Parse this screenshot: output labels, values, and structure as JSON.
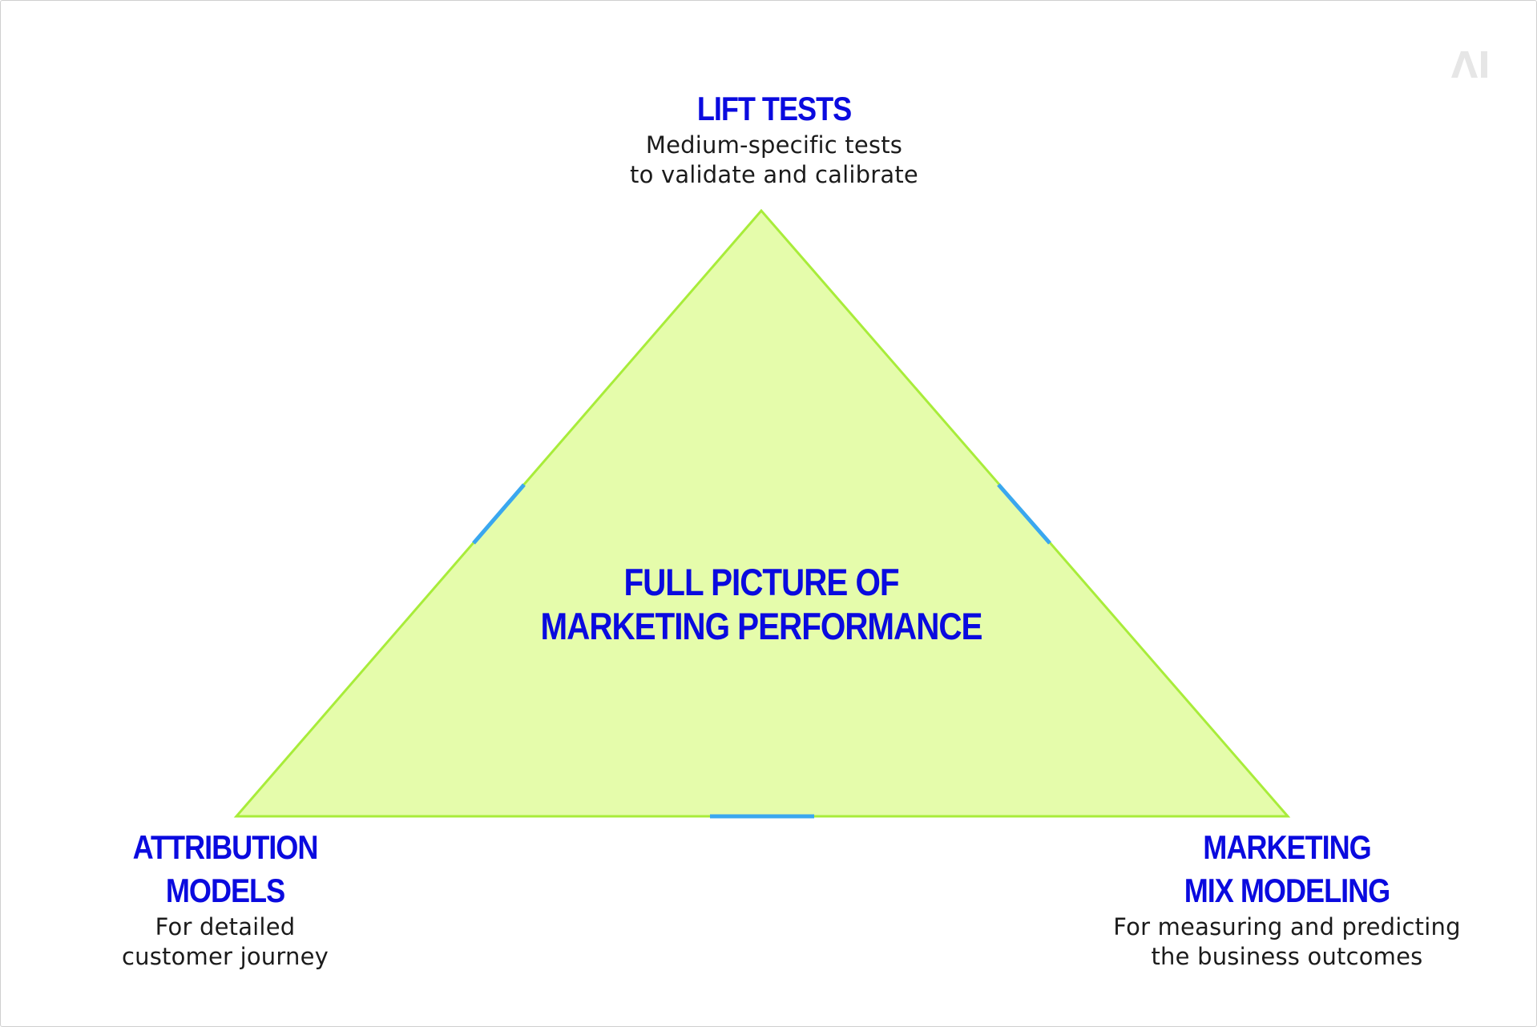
{
  "center": {
    "line1": "FULL PICTURE OF",
    "line2": "MARKETING PERFORMANCE"
  },
  "top": {
    "title": "LIFT TESTS",
    "desc1": "Medium-specific tests",
    "desc2": "to validate and calibrate"
  },
  "left": {
    "title1": "ATTRIBUTION",
    "title2": "MODELS",
    "desc1": "For detailed",
    "desc2": "customer journey"
  },
  "right": {
    "title1": "MARKETING",
    "title2": "MIX MODELING",
    "desc1": "For measuring and predicting",
    "desc2": "the business outcomes"
  },
  "logo": {
    "icon": "ai-logo-icon",
    "text": "AI"
  },
  "colors": {
    "title": "#0a0adf",
    "triangle_fill": "#e5fcab",
    "triangle_stroke": "#a8ec3a",
    "accent_segments": "#3aa7ef",
    "logo": "#e6e6e6"
  }
}
